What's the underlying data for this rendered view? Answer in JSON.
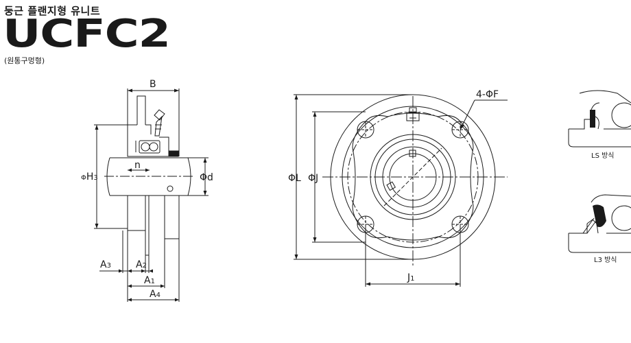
{
  "header": {
    "subtitle": "둥근 플랜지형 유니트",
    "title": "UCFC2",
    "note": "(원통구멍형)"
  },
  "side_view": {
    "labels": {
      "B": "B",
      "n": "n",
      "phi_h3_prefix": "Φ",
      "phi_h3_letter": "H",
      "phi_h3_sub": "3",
      "phi_d": "Φd",
      "a3_letter": "A",
      "a3_sub": "3",
      "a2_letter": "A",
      "a2_sub": "2",
      "a1_letter": "A",
      "a1_sub": "1",
      "a4_letter": "A",
      "a4_sub": "4"
    }
  },
  "front_view": {
    "labels": {
      "bolt_callout": "4-ΦF",
      "phi_l": "ΦL",
      "phi_j": "ΦJ",
      "j1_letter": "J",
      "j1_sub": "1"
    }
  },
  "seal_details": [
    {
      "caption": "LS 방식"
    },
    {
      "caption": "L3 방식"
    }
  ],
  "colors": {
    "line": "#1a1a1a",
    "background": "#ffffff"
  }
}
